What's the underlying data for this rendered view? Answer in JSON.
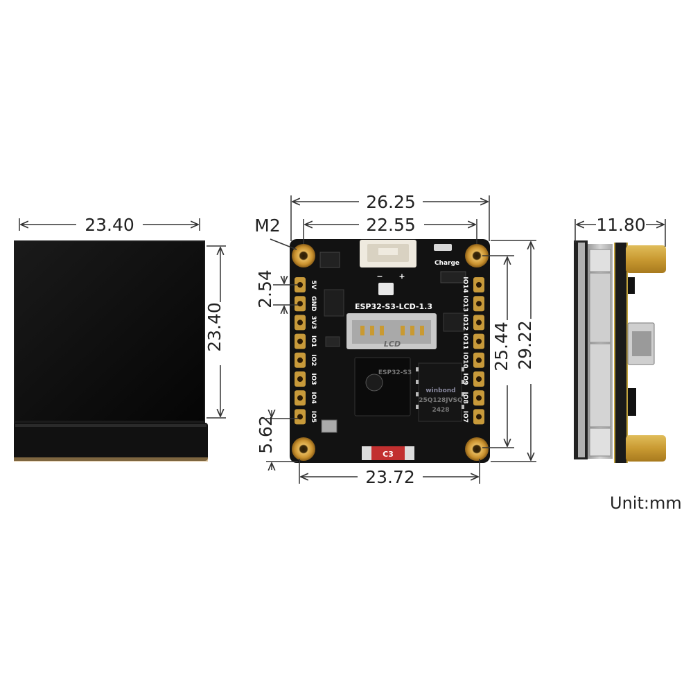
{
  "dimensions": {
    "screen_width": "23.40",
    "screen_height": "23.40",
    "board_overall_width": "26.25",
    "hole_spacing_top": "22.55",
    "hole_spacing_bottom": "23.72",
    "hole_label": "M2",
    "pin_pitch": "2.54",
    "bottom_offset": "5.62",
    "hole_spacing_vertical": "25.44",
    "board_overall_height": "29.22",
    "module_thickness": "11.80"
  },
  "board": {
    "model": "ESP32-S3-LCD-1.3",
    "lcd_label": "LCD",
    "charge_label": "Charge",
    "battery_minus": "−",
    "battery_plus": "+",
    "chip_brand": "winbond",
    "chip_marking": "25Q128JVSQ",
    "chip_code": "2428",
    "mcu_marking": "ESP32-S3",
    "left_pins": [
      "5V",
      "GND",
      "3V3",
      "IO1",
      "IO2",
      "IO3",
      "IO4",
      "IO5"
    ],
    "right_pins": [
      "IO14",
      "IO13",
      "IO12",
      "IO11",
      "IO10",
      "IO9",
      "IO8",
      "IO7"
    ],
    "cap_label": "C3"
  },
  "unit_label": "Unit:mm",
  "colors": {
    "dimension_line": "#333333",
    "pcb": "#111111",
    "gold": "#c89a3a",
    "screen": "#0d0d0d",
    "silver": "#b8b8b8"
  }
}
